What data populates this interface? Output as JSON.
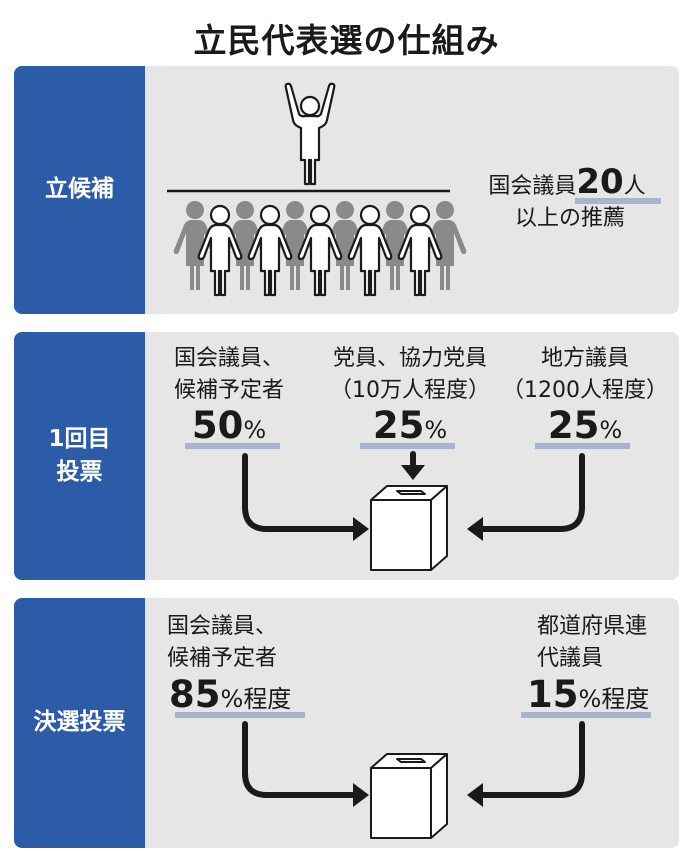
{
  "title": "立民代表選の仕組み",
  "colors": {
    "accent": "#2c5ba8",
    "panel": "#e6e6e6",
    "underline": "#a7b4cf"
  },
  "sections": {
    "candidacy": {
      "label": "立候補",
      "req_prefix": "国会議員",
      "req_number": "20",
      "req_unit": "人",
      "req_line2": "以上の推薦"
    },
    "first_round": {
      "label_line1": "1回目",
      "label_line2": "投票",
      "groups": [
        {
          "line1": "国会議員、",
          "line2": "候補予定者",
          "value": "50",
          "unit": "%"
        },
        {
          "line1": "党員、協力党員",
          "line2": "（10万人程度）",
          "value": "25",
          "unit": "%"
        },
        {
          "line1": "地方議員",
          "line2": "（1200人程度）",
          "value": "25",
          "unit": "%"
        }
      ]
    },
    "runoff": {
      "label": "決選投票",
      "groups": [
        {
          "line1": "国会議員、",
          "line2": "候補予定者",
          "value": "85",
          "unit": "%",
          "suffix": "程度"
        },
        {
          "line1": "都道府県連",
          "line2": "代議員",
          "value": "15",
          "unit": "%",
          "suffix": "程度"
        }
      ]
    }
  }
}
